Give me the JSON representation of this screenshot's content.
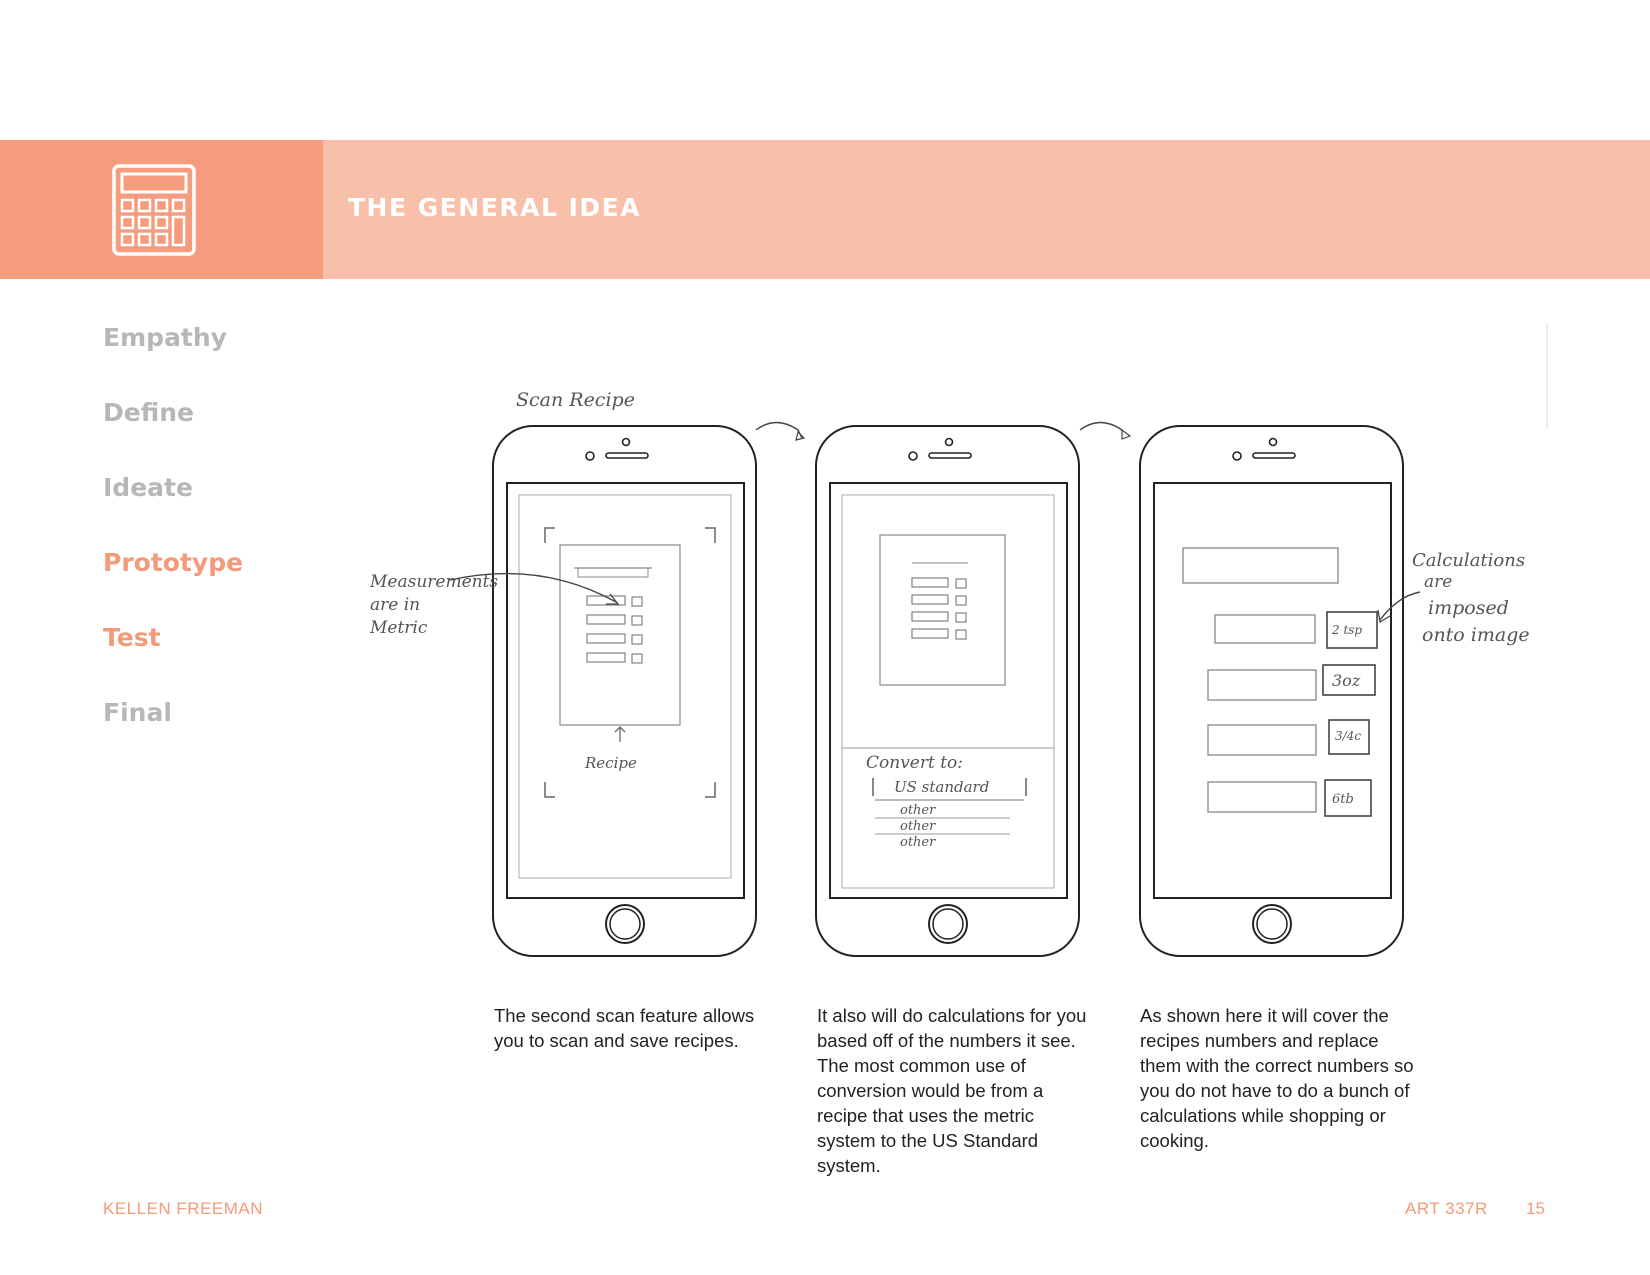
{
  "header": {
    "title": "THE GENERAL IDEA",
    "icon": "calculator-icon",
    "accent_color": "#f49c7d",
    "band_color": "#f8bfab"
  },
  "nav": {
    "items": [
      {
        "label": "Empathy",
        "active": false
      },
      {
        "label": "Define",
        "active": false
      },
      {
        "label": "Ideate",
        "active": false
      },
      {
        "label": "Prototype",
        "active": true
      },
      {
        "label": "Test",
        "active": true
      },
      {
        "label": "Final",
        "active": false
      }
    ],
    "active_color": "#f29a79",
    "inactive_color": "#b7b7b7"
  },
  "sketch": {
    "annotations": {
      "scan_recipe": "Scan Recipe",
      "measurements": [
        "Measurements",
        "are in",
        "Metric"
      ],
      "recipe": "Recipe",
      "convert_to": "Convert to:",
      "us_standard": "US standard",
      "other": [
        "other",
        "other",
        "other"
      ],
      "calculations": [
        "Calculations",
        "are",
        "imposed",
        "onto image"
      ],
      "values": [
        "2 tsp",
        "3oz",
        "3/4c",
        "6tb"
      ]
    }
  },
  "captions": [
    "The second scan feature allows you to scan and save recipes.",
    "It also will do calculations for you based off of the numbers it see. The most common use of conversion would be from a recipe that uses the metric system to the US Standard system.",
    "As shown here it will cover the recipes numbers and replace them with the correct numbers so you do not have to do a bunch of calculations while shopping or cooking."
  ],
  "footer": {
    "author": "KELLEN FREEMAN",
    "course": "ART 337R",
    "page": "15"
  }
}
